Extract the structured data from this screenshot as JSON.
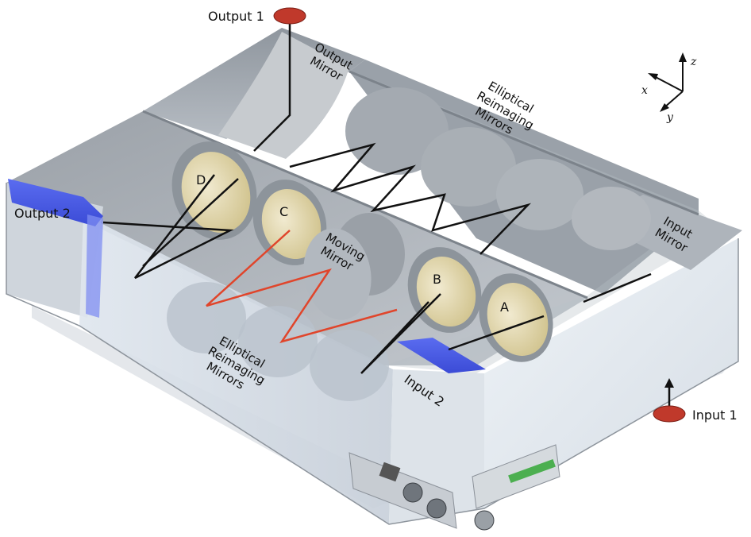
{
  "labels": {
    "output1": "Output 1",
    "output2": "Output 2",
    "input1": "Input 1",
    "input2": "Input 2",
    "output_mirror": [
      "Output",
      "Mirror"
    ],
    "input_mirror": [
      "Input",
      "Mirror"
    ],
    "moving_mirror": [
      "Moving",
      "Mirror"
    ],
    "elliptical_top": [
      "Elliptical",
      "Reimaging",
      "Mirrors"
    ],
    "elliptical_bottom": [
      "Elliptical",
      "Reimaging",
      "Mirrors"
    ],
    "mirror_a": "A",
    "mirror_b": "B",
    "mirror_c": "C",
    "mirror_d": "D"
  },
  "axes": {
    "x": "x",
    "y": "y",
    "z": "z"
  },
  "colors": {
    "port_marker": "#c0392b",
    "red_beam": "#e0452b",
    "black_beam": "#111111",
    "blue_panel": "#4a5de8",
    "housing": "#c9ced6",
    "mirror_gold": "#e4dcb0"
  }
}
